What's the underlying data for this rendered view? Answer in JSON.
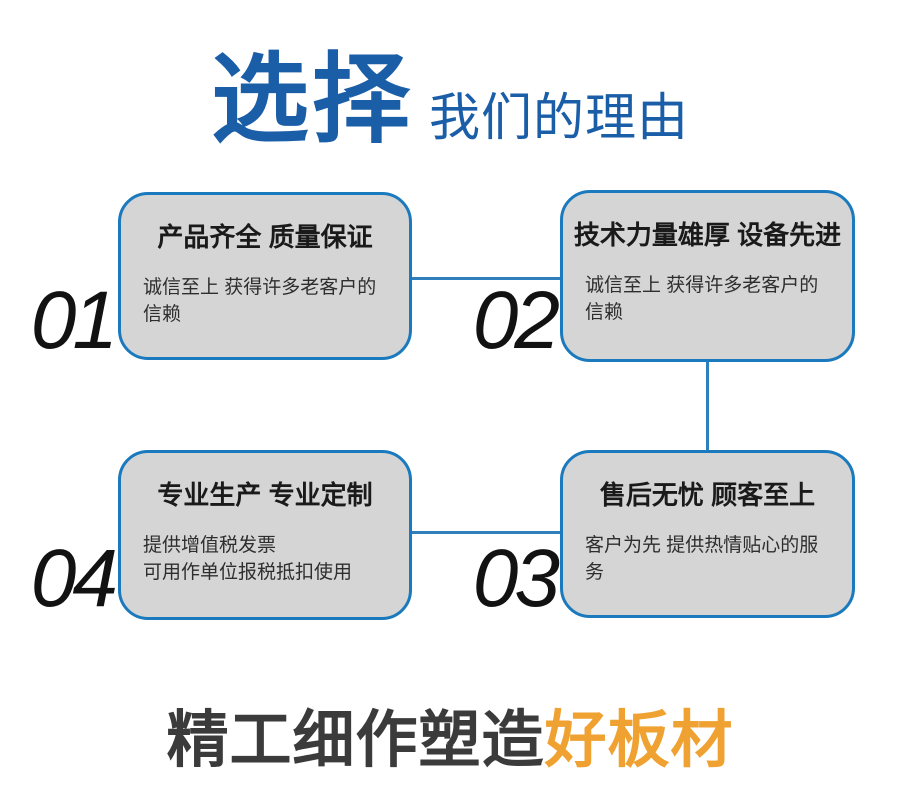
{
  "header": {
    "title_main": "选择",
    "title_rest": "我们的理由"
  },
  "items": [
    {
      "number": "01",
      "title": "产品齐全 质量保证",
      "desc": "诚信至上 获得许多老客户的信赖"
    },
    {
      "number": "02",
      "title": "技术力量雄厚 设备先进",
      "desc": "诚信至上 获得许多老客户的信赖"
    },
    {
      "number": "03",
      "title": "售后无忧 顾客至上",
      "desc": "客户为先 提供热情贴心的服务"
    },
    {
      "number": "04",
      "title": "专业生产 专业定制",
      "desc": "提供增值税发票\n可用作单位报税抵扣使用"
    }
  ],
  "footer": {
    "tagline_dark": "精工细作塑造",
    "tagline_accent": "好板材"
  },
  "colors": {
    "title_blue": "#1B5EA8",
    "box_border_blue": "#1B7ABD",
    "connector_blue": "#2E7FBC",
    "box_fill_gray": "#D5D5D5",
    "number_black": "#121212",
    "tagline_dark": "#3B3B3B",
    "tagline_orange": "#EFA231"
  }
}
